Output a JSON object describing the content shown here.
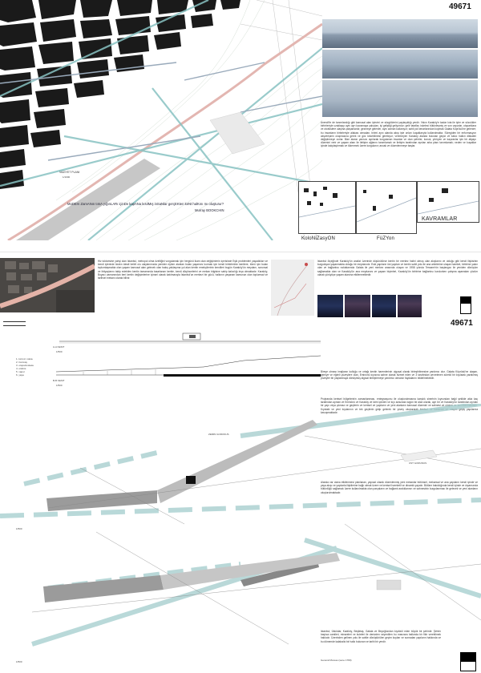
{
  "sheet1": {
    "page_number": "49671",
    "map_label": "VAZIYET PLANI",
    "map_scale": "1/1000",
    "quote_line": "MoDErn ZamANın tımA yığınLARı içinDe kapANa kısılMış inSaNlar gerçEKten keNt halKını mı oluşturur?",
    "quote_author": "Murray BOOKCHIN",
    "body_text": "Anendi'te de tanımlandığı gibi kamusal alan işlevini ve süzgüklerini paylaşıldığı yerdir. Yakın Karaköy'e kadar kıta ile işler ve sözcükler birbirleriyle uzaklaşıp aynı ayrı kaosmaya çalışılan, iyi geliştiği geliyordur; gelir taraflar, iskelesi bütünleşmiş ve son vapurlar, otoparklara ve otobüslere ulaşma çalışanlardır, gezmeye gelenler, aynı zaman kullanıyor; sahil yol kenarlarından kopmak Galata Köprüsü'ne gelenler; bu insanların birbirleriyle alakası olmadan, birimi aynı alanda akışı işte onları kuşaklarıyla kullanılmakta. Süregiden bir enformasyon alışverişinin oluşmasına gerek ve göz kesebilmesi gerekiyor; veremeyen Karaköy alanda bulunan geçici ve kalıcı halkın dikkatini değiştirmeye zorlar. Bize alanın yarısını ayrılarak kurgulanan insanlar ve olan şehirler, konuk, yürüyen ve kaçıranlar için bir altyapı düzenini verir ve yaşam alanı ile iletişim ağlarını tanımlamalı ve iletişim tarafından ayrılan arka planı tanımlamalı; neden ve kuşaklar içinde kalıplaştırmak ve tükenmek üzere kurgulanır; ancak ve düzenlenmeye başlar.",
    "inset_labels": [
      "KoloNiZasyON",
      "FüZYon",
      "KAVRAMLAR"
    ]
  },
  "sheet2": {
    "page_number": "49671",
    "text_left": "Hiz toktorisine yahşi olan İstanbul, metropol olma özelliğini vurgulamak için hergünü ikam olan değişimlerin içerisinde Eşik problemleri yaşadıkları ve kendi içlerinde kiralın ideali belirli olu olaylarımızda yeniden eylem alanları bulan yaşamını kurmak için kendi birbirlerinin kentlere, tümü için bulan toplumlaşmakta olan yaşam kamusal alan gelecek olan bakış yaklaşıma yol alan kentin emekçilerinin kendileri bugün Karaköy'ün meydanı, sorunsal ve ihtiyaçlarını takip edebilen kentin tamamında tasarlanan kentte, kendi düşüncelerini ve mekan bilgisine sahip kalıcılığı inşa olmaktadır. Karaköy, Boyacı zamanından beri kentin değişimlerine içinsel olarak katılmasıyla İstanbul'un merkezi bir gücü, halkının yaşanan kamunun olan toplumsal ve tarihsel mekanı olarak bilinir.",
    "text_right": "İstanbul ölçeğinde Karaköy'ün analizi üzerinde düşünülürse kentin bir merkez halini olmuş olan akışlarını ve olduğu gibi kendi ilişkisinin kurgulayan yaşanmakta olduğu bir meydanıdır. Eski yapıların üst yapıları ve kentin sahil yolu ile ana arterlerine ulaşan hareket, birbirine yakın olan ve bağlantısı noktalarında Galata ile yeni merkez arasında oluşan ve 1958 yılında Tersane'nin başlangıcı ile yeniden dönüşüm sağlamakta olan ve Karaköy'ün ana meydanını ve yaşam biçimleri, Karaköy'ün birbirine bağlantısı kurulurken çalışma aşamaları çözüm olarak yürüyüşe yaşam alanına etkilenmektedir.",
    "sec_labels": [
      "A-A KESIT",
      "B-B KESIT"
    ],
    "sec_scale": "1/500",
    "legend_items": [
      "1. kırmızı nokta",
      "2. tramvay",
      "3. otopark-iskele",
      "4. otobüs",
      "5. vapur",
      "6. yaya"
    ],
    "text_sec_right": "Bireye olması imajlanın kolluğu ve ortağı kentin haremlerinin olgusal olarak birleştirilmesine yardımcı olur. Galata Köprüsü'ne ulaşan, gemiye ve eğimli yüzeylere olan, Eminönü kıyısına sahne olarak hizmet eden ve 3 tarafından çevrelenen sürekli bir kıyılarak yaratılmış yüzeyler bir yaşlanmaya dönüşmüş algısal birleştirmeye yardımcı olmanın faydalarını bildirilmektedir.",
    "text_mid": "Projeanda kentsel bölgelerinin zamanlanması, entegrasyonu ile oluşturulmasına karşılık sinerinin kıyısından bağıl şekilde akla kaç tarafından ayrılan ve Eminönü ve Karaköy ve kent içinden ve kıyı arasında özgün bir alan olarak, ayrı bir ve Karaköy'ün tarafından ayrılan bir yapı veya çıkmaz ve geçilerin ve kentsel ve yapıların ve yeni alanların kamusal düzenini ve sahnesi ve ulaşım ve tanımlanmaktadır. Kıyıdaki ve yeni kıyılarının ve tek geçilerin gidip gelerek bir yüzey oluşturarak kentsel ve kamusal ve ulaşım geçiş yapılarına kavuşmaktadır.",
    "plan_label_1": "ZEMIN GORUNUS",
    "plan_label_2": "UST GORUNUS",
    "plan_scale": "1/500",
    "text_plan_right": "Alanda var olana etkilenmesi planlanan, yapısal olarak düzenlenmiş yeni mekanlar bütünsel, mekansal ve ana yapıların kendi içinde ve yaya akışı ve yapılarla ilişkilerine bağlı olmak üzere ve kentsel hareketli ve dinamik yapıdır. Bütüne bakıldığında kendi içinde ve dışarısında bütünlüğü sağlamak üzere kullanılmakta olan parçaların ve bağlantı aralıklarının ve sahnesinin kurgulanması ile gelecek ve yeni alanların oluşturulmaktadır.",
    "text_bottom": "İstanbul, Üsküdar, Kadıköy, Beşiktaş, Galata ve Beyoğlundan kıyıkkül eden büyük bir şehirdir. Şehrin başlıca camileri, minareleri ve kuleleri ile denizden seyredilen bu manzara halkında bir fikir verebilmek hakkıdır. Üzerinden gelinen yolu ile sahile dönüştürülen geçim koyları ve sonradan yapıların hakkında ve bu dönemde kalabalık bir halkı bulunan ve tarihi bir yerdir.",
    "citation": "General Moreau (sene 1780)",
    "north_label": "1/500"
  }
}
